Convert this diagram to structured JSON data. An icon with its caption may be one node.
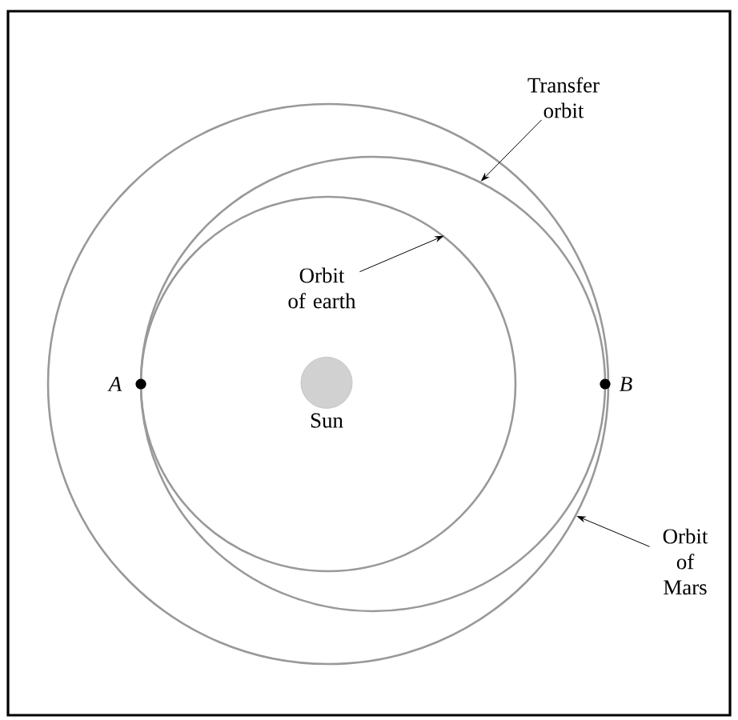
{
  "diagram": {
    "nodes": [
      {
        "text": [
          "Transfer orbit"
        ]
      },
      {
        "text": [],
        "shape": "circle"
      },
      {
        "text": [],
        "shape": "ellipse",
        "in": 1
      },
      {
        "text": [],
        "shape": "circle",
        "in": 2
      },
      {
        "text": [
          "Orbit of earth"
        ],
        "in": 3
      },
      {
        "text": [
          "A"
        ],
        "in": 1
      },
      {
        "text": [
          "Sun"
        ],
        "in": 3
      },
      {
        "text": [
          "B"
        ],
        "in": 1
      },
      {
        "text": [
          "Orbit of Mars"
        ]
      }
    ],
    "edges": [
      {
        "from": 0,
        "to": 2,
        "arrow": "to"
      },
      {
        "from": 4,
        "to": 3,
        "arrow": "to"
      },
      {
        "from": 8,
        "to": 1,
        "arrow": "to"
      }
    ]
  }
}
